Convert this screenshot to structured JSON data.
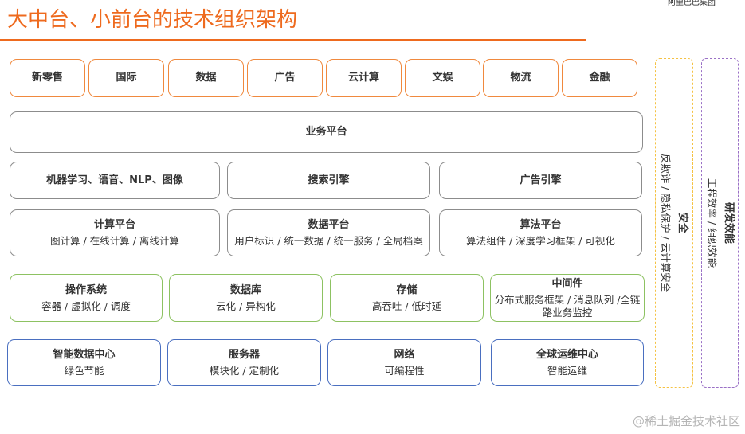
{
  "title": "大中台、小前台的技术组织架构",
  "logo_text": "阿里巴巴集团",
  "colors": {
    "accent": "#EE6A1E",
    "business": "#F0893E",
    "platform": "#8c8c8c",
    "infra": "#8DC262",
    "datacenter": "#4A6FC0",
    "security": "#F5C242",
    "efficiency": "#9A70C6"
  },
  "business_units": [
    "新零售",
    "国际",
    "数据",
    "广告",
    "云计算",
    "文娱",
    "物流",
    "金融"
  ],
  "business_platform": "业务平台",
  "capabilities": [
    "机器学习、语音、NLP、图像",
    "搜索引擎",
    "广告引擎"
  ],
  "platforms": [
    {
      "title": "计算平台",
      "sub": "图计算 / 在线计算 / 离线计算"
    },
    {
      "title": "数据平台",
      "sub": "用户标识 / 统一数据 / 统一服务 / 全局档案"
    },
    {
      "title": "算法平台",
      "sub": "算法组件 / 深度学习框架 / 可视化"
    }
  ],
  "infrastructure": [
    {
      "title": "操作系统",
      "sub": "容器 / 虚拟化 / 调度"
    },
    {
      "title": "数据库",
      "sub": "云化 / 异构化"
    },
    {
      "title": "存储",
      "sub": "高吞吐 / 低时延"
    },
    {
      "title": "中间件",
      "sub": "分布式服务框架 / 消息队列 /全链路业务监控"
    }
  ],
  "datacenter": [
    {
      "title": "智能数据中心",
      "sub": "绿色节能"
    },
    {
      "title": "服务器",
      "sub": "模块化 / 定制化"
    },
    {
      "title": "网络",
      "sub": "可编程性"
    },
    {
      "title": "全球运维中心",
      "sub": "智能运维"
    }
  ],
  "security": {
    "title": "安全",
    "sub": "反欺诈 / 隐私保护 / 云计算安全"
  },
  "efficiency": {
    "title": "研发效能",
    "sub": "工程效率 / 组织效能"
  },
  "watermark": "@稀土掘金技术社区"
}
